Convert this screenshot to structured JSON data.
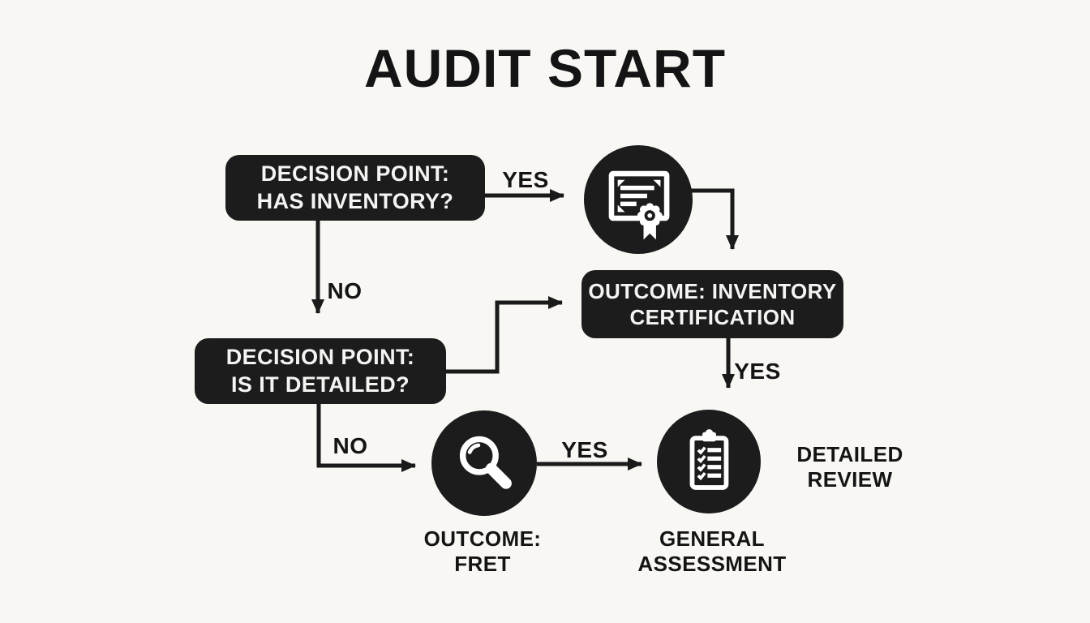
{
  "title": "AUDIT START",
  "colors": {
    "background": "#f8f7f4",
    "node_fill": "#1c1c1c",
    "node_text": "#f4f4f2",
    "line": "#1a1a1a",
    "label_text": "#141414"
  },
  "nodes": {
    "decision_has_inventory": {
      "line1": "DECISION POINT:",
      "line2": "HAS INVENTORY?"
    },
    "decision_is_detailed": {
      "line1": "DECISION POINT:",
      "line2": "IS IT DETAILED?"
    },
    "outcome_inventory_certification": {
      "line1": "OUTCOME: INVENTORY",
      "line2": "CERTIFICATION"
    }
  },
  "icons": {
    "certificate": "certificate-icon",
    "magnifier": "magnifying-glass-icon",
    "clipboard": "clipboard-checklist-icon"
  },
  "edge_labels": {
    "yes_to_certificate": "YES",
    "no_to_is_detailed": "NO",
    "yes_below_outcome": "YES",
    "no_to_fret": "NO",
    "yes_to_assessment": "YES"
  },
  "captions": {
    "detailed_review": {
      "line1": "DETAILED",
      "line2": "REVIEW"
    },
    "outcome_fret": {
      "line1": "OUTCOME:",
      "line2": "FRET"
    },
    "general_assessment": {
      "line1": "GENERAL",
      "line2": "ASSESSMENT"
    }
  }
}
